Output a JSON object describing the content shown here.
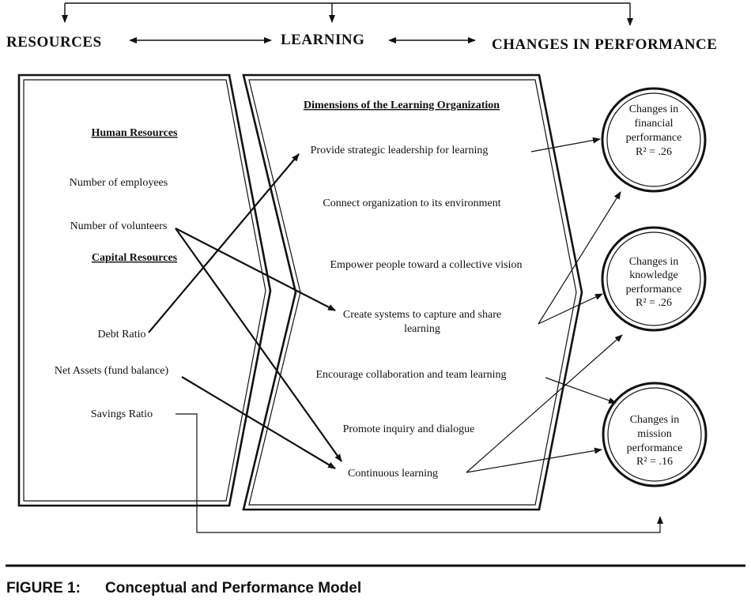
{
  "headers": {
    "resources": "RESOURCES",
    "learning": "LEARNING",
    "changes": "CHANGES IN PERFORMANCE"
  },
  "resources_panel": {
    "human_title": "Human Resources",
    "human_items": [
      "Number of employees",
      "Number of volunteers"
    ],
    "capital_title": "Capital Resources",
    "capital_items": [
      "Debt Ratio",
      "Net Assets (fund balance)",
      "Savings Ratio"
    ]
  },
  "learning_panel": {
    "title": "Dimensions of the Learning Organization",
    "dimensions": [
      "Provide strategic leadership for learning",
      "Connect organization to its environment",
      "Empower people toward a collective vision",
      "Create systems to capture and share",
      "learning",
      "Encourage collaboration and team learning",
      "Promote inquiry and dialogue",
      "Continuous learning"
    ]
  },
  "outcomes": [
    {
      "lines": [
        "Changes in",
        "financial",
        "performance"
      ],
      "r2": "R² = .26"
    },
    {
      "lines": [
        "Changes in",
        "knowledge",
        "performance"
      ],
      "r2": "R² = .26"
    },
    {
      "lines": [
        "Changes in",
        "mission",
        "performance"
      ],
      "r2": "R² = .16"
    }
  ],
  "figure": {
    "label": "FIGURE 1:",
    "title": "Conceptual and Performance Model"
  }
}
